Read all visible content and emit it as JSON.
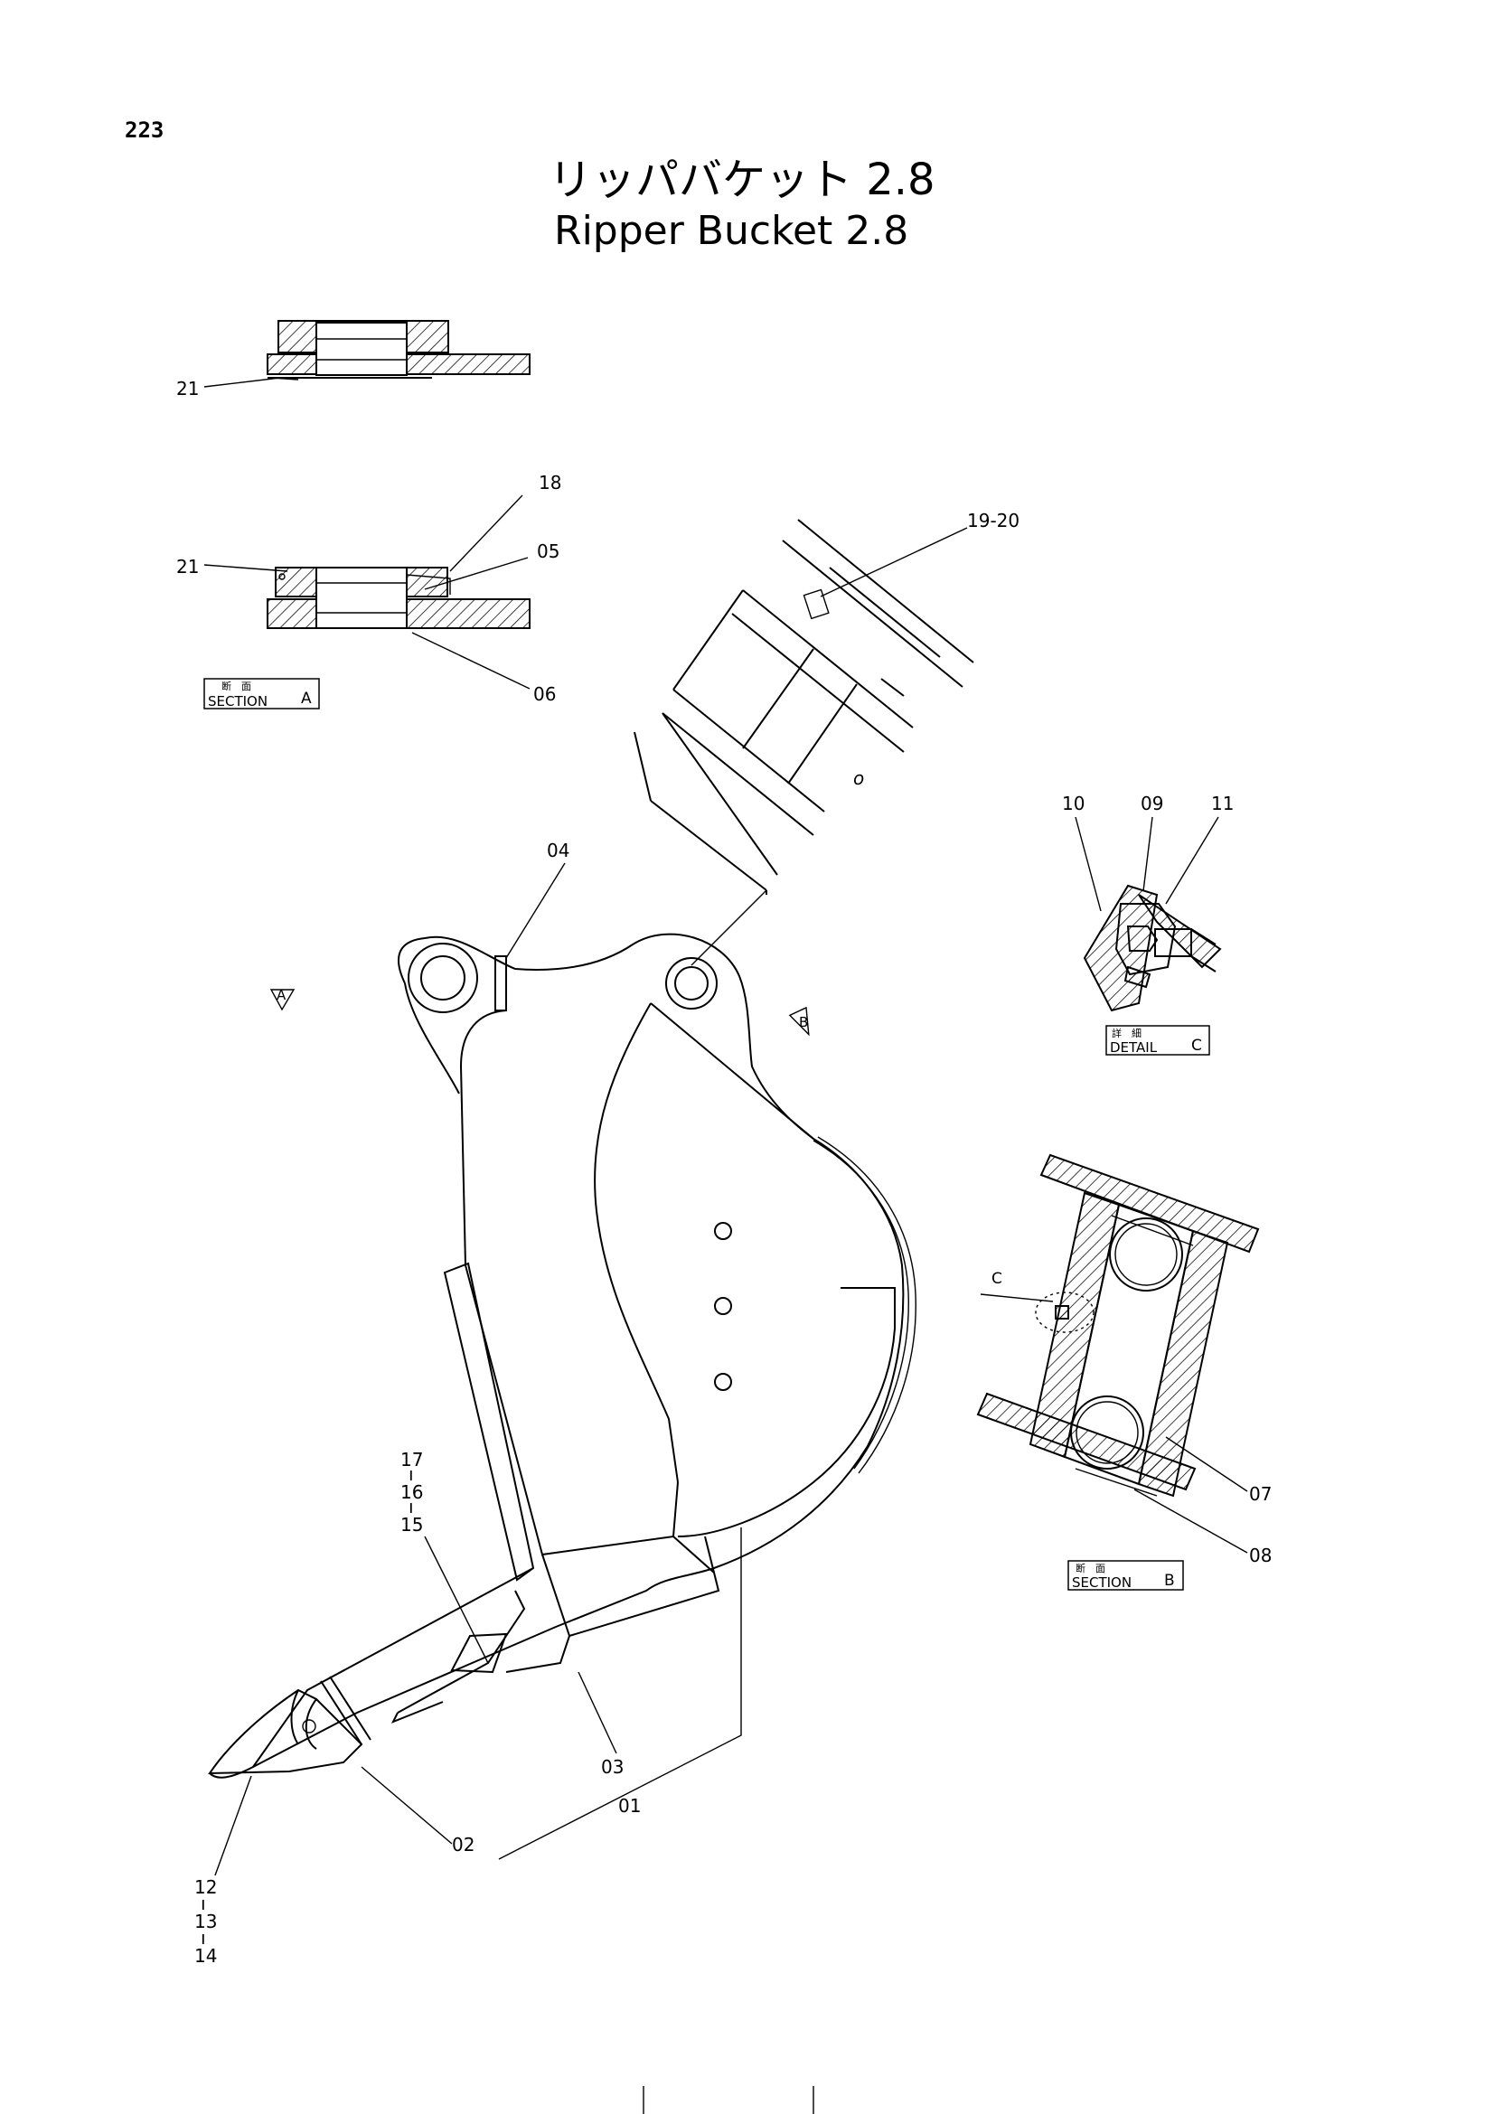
{
  "page_number": "223",
  "title_jp": "リッパバケット 2.8",
  "title_en": "Ripper Bucket 2.8",
  "section_tags": [
    {
      "id": "section-a",
      "small": "断　面",
      "main": "SECTION",
      "letter": "A"
    },
    {
      "id": "detail-c",
      "small": "詳　細",
      "main": "DETAIL",
      "letter": "C"
    },
    {
      "id": "section-b",
      "small": "断　面",
      "main": "SECTION",
      "letter": "B"
    }
  ],
  "view_marks": {
    "a": "A",
    "b": "B",
    "c": "C"
  },
  "part_labels": {
    "p21_top": "21",
    "p18": "18",
    "p21_mid": "21",
    "p05": "05",
    "p06": "06",
    "p19_20": "19-20",
    "p04": "04",
    "p10": "10",
    "p09": "09",
    "p11": "11",
    "p07": "07",
    "p08": "08",
    "p17_16_15": [
      "17",
      "16",
      "15"
    ],
    "p03": "03",
    "p01": "01",
    "p02": "02",
    "p12_13_14": [
      "12",
      "13",
      "14"
    ]
  }
}
